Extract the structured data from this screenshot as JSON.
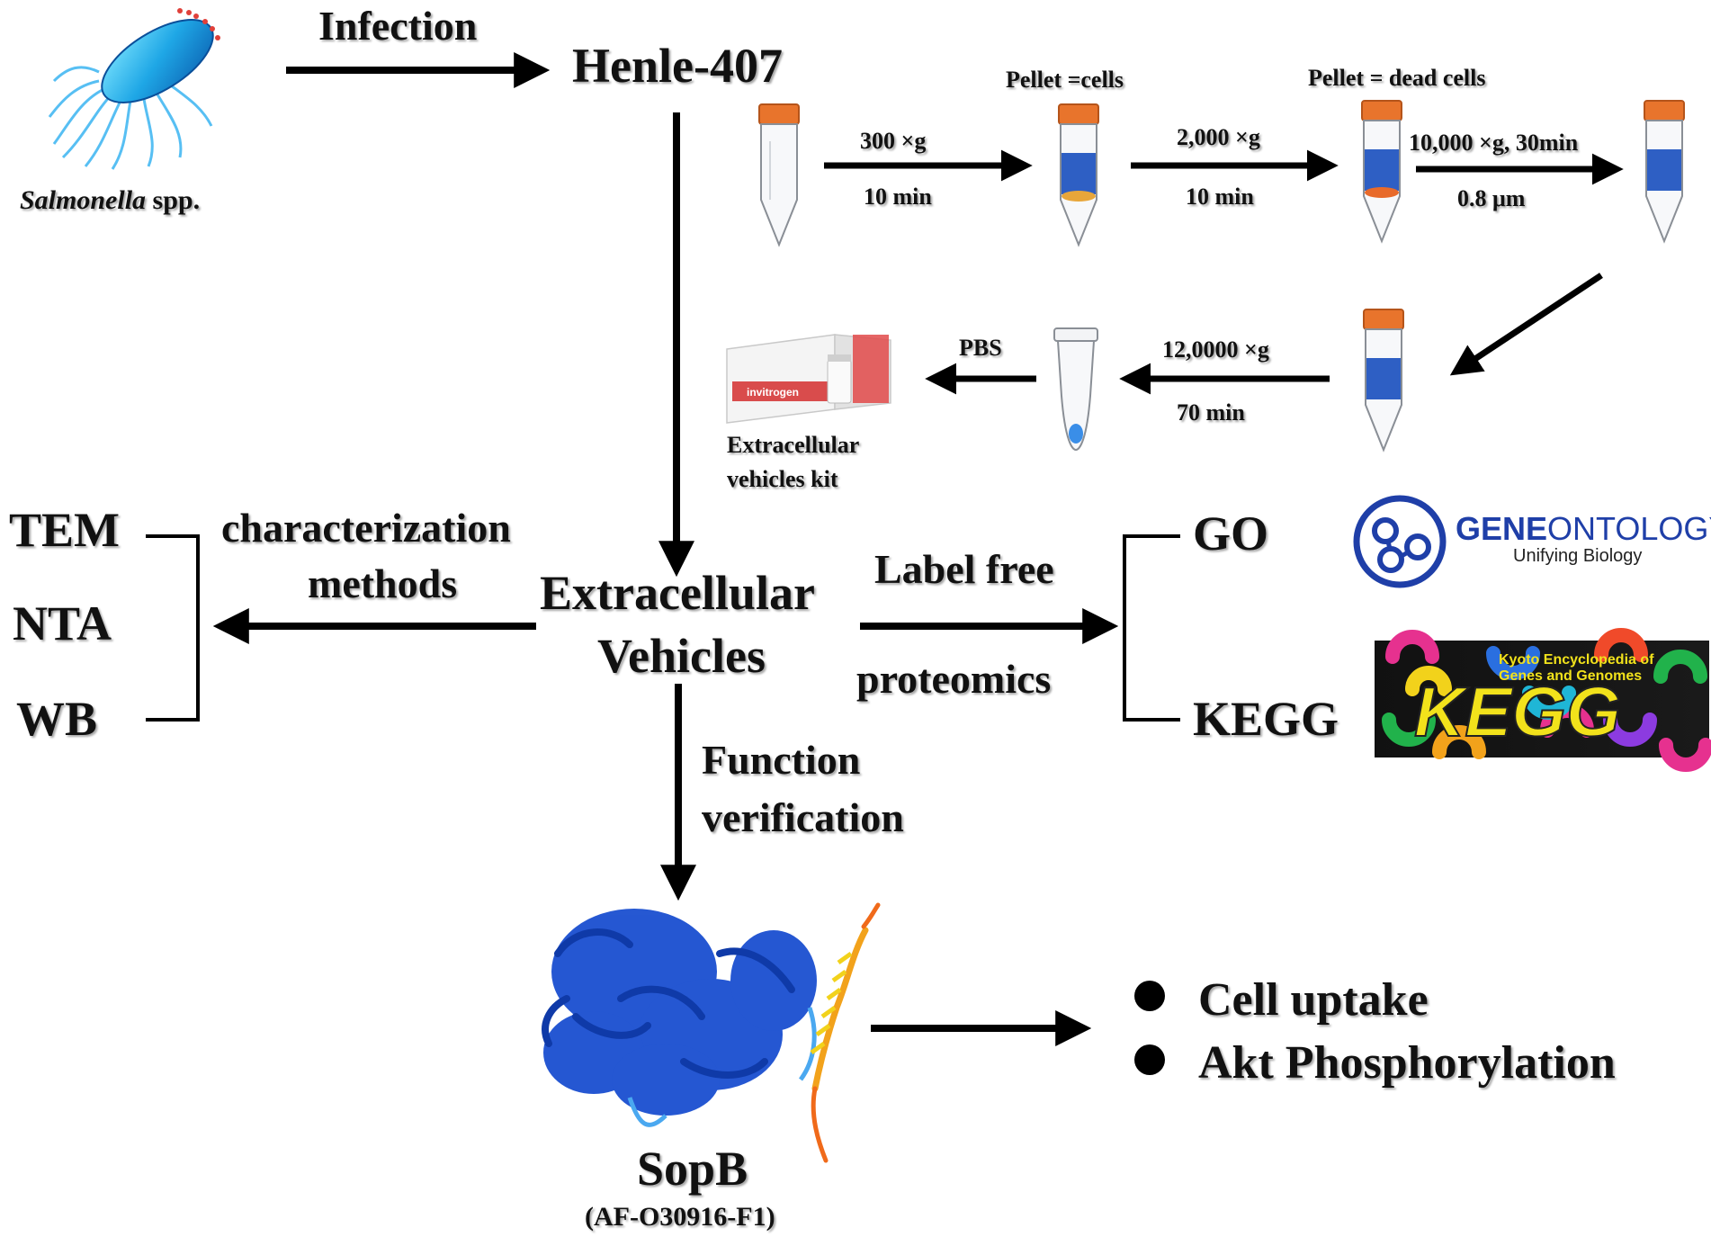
{
  "organism": {
    "name_italic": "Salmonella",
    "name_rest": " spp."
  },
  "infection_label": "Infection",
  "cell_line": "Henle-407",
  "centrifugation": {
    "step1": {
      "speed": "300 ×g",
      "time": "10 min"
    },
    "pellet_cells": "Pellet =cells",
    "step2": {
      "speed": "2,000 ×g",
      "time": "10 min"
    },
    "pellet_dead": "Pellet = dead cells",
    "step3": {
      "speed": "10,000 ×g, 30min",
      "filter": "0.8 μm"
    },
    "step4": {
      "speed": "12,0000 ×g",
      "time": "70 min"
    },
    "pbs": "PBS",
    "kit_label": [
      "Extracellular",
      "vehicles kit"
    ],
    "kit_brand": "invitrogen"
  },
  "center": {
    "line1": "Extracellular",
    "line2": "Vehicles"
  },
  "characterization": {
    "label": [
      "characterization",
      "methods"
    ],
    "methods": [
      "TEM",
      "NTA",
      "WB"
    ]
  },
  "proteomics": {
    "label_top": "Label free",
    "label_bottom": "proteomics",
    "databases": [
      "GO",
      "KEGG"
    ],
    "go_logo": {
      "gene": "GENE",
      "ontology": "ONTOLOGY",
      "tagline": "Unifying Biology"
    },
    "kegg_logo": {
      "letters": "KEGG",
      "caption": [
        "Kyoto Encyclopedia of",
        "Genes and Genomes"
      ]
    }
  },
  "function": {
    "label": [
      "Function",
      "verification"
    ]
  },
  "protein": {
    "name": "SopB",
    "id": "(AF-O30916-F1)"
  },
  "outcomes": [
    "Cell uptake",
    "Akt Phosphorylation"
  ],
  "colors": {
    "tube_cap": "#e8742c",
    "tube_band": "#2e5fc4",
    "protein_blue": "#1a4fd0",
    "go_blue": "#1f3fa8"
  }
}
